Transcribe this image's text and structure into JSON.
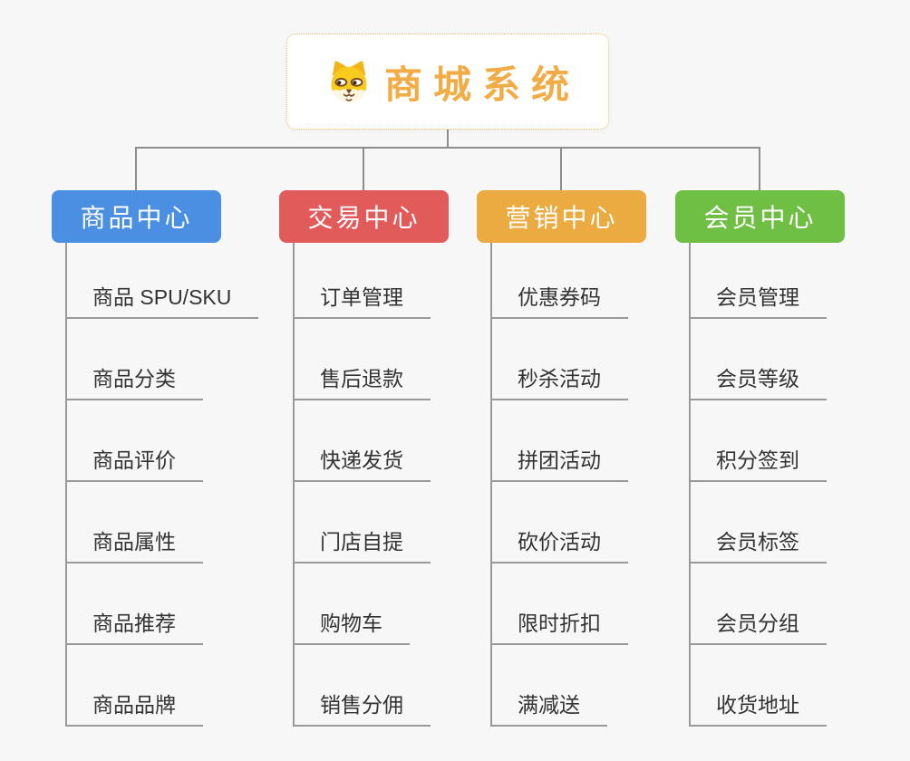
{
  "root": {
    "title": "商城系统",
    "icon": "dog-face-icon"
  },
  "branches": [
    {
      "label": "商品中心",
      "color": "#4b8fe2",
      "children": [
        "商品 SPU/SKU",
        "商品分类",
        "商品评价",
        "商品属性",
        "商品推荐",
        "商品品牌"
      ]
    },
    {
      "label": "交易中心",
      "color": "#e25b5b",
      "children": [
        "订单管理",
        "售后退款",
        "快递发货",
        "门店自提",
        "购物车",
        "销售分佣"
      ]
    },
    {
      "label": "营销中心",
      "color": "#ebab41",
      "children": [
        "优惠券码",
        "秒杀活动",
        "拼团活动",
        "砍价活动",
        "限时折扣",
        "满减送"
      ]
    },
    {
      "label": "会员中心",
      "color": "#6fbf44",
      "children": [
        "会员管理",
        "会员等级",
        "积分签到",
        "会员标签",
        "会员分组",
        "收货地址"
      ]
    }
  ],
  "colors": {
    "background": "#f7f7f7",
    "connector": "#8d8d8d",
    "underline": "#999999",
    "leaf_text": "#333333",
    "title_text": "#f2ac46",
    "root_border": "#f3ba60"
  }
}
